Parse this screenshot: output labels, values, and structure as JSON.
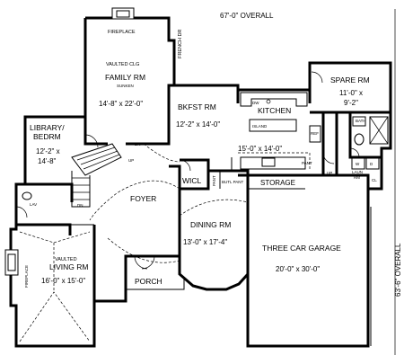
{
  "overall": {
    "width": "67'-0\" OVERALL",
    "depth": "63'-6\" OVERALL"
  },
  "rooms": {
    "family": {
      "name": "FAMILY RM",
      "note": "VAULTED CLG",
      "dims": "14'-8\" x 22'-0\"",
      "sub": "SUNKEN"
    },
    "fireplace_top": "FIREPLACE",
    "french_dr": "FRENCH DR",
    "bkfst": {
      "name": "BKFST RM",
      "dims": "12'-2\" x 14'-0\""
    },
    "kitchen": {
      "name": "KITCHEN",
      "dims": "15'-0\" x 14'-0\""
    },
    "island": "ISLAND",
    "spare": {
      "name": "SPARE RM",
      "dims1": "11'-0\" x",
      "dims2": "9'-2\""
    },
    "bath": "BATH",
    "laun": "LAUN",
    "rm": "RM",
    "library": {
      "name1": "LIBRARY/",
      "name2": "BEDRM",
      "dims1": "12'-2\" x",
      "dims2": "14'-8\""
    },
    "foyer": "FOYER",
    "wicl": "WICL",
    "pant": "PANT",
    "butlpant": "BUTL PANT",
    "storage": "STORAGE",
    "dining": {
      "name": "DINING RM",
      "dims": "13'-0\" x 17'-4\""
    },
    "garage": {
      "name": "THREE CAR GARAGE",
      "dims": "20'-0\" x 30'-0\""
    },
    "living": {
      "note": "VAULTED",
      "name": "LIVING RM",
      "dims": "16'-0\" x 15'-0\""
    },
    "fireplace_left": "FIREPLACE",
    "porch": "PORCH",
    "lav": "LAV",
    "ref": "REF",
    "dw": "DW",
    "pant2": "PANT",
    "up": "UP",
    "dn": "DN",
    "w": "W",
    "d": "D",
    "cl": "CL"
  }
}
